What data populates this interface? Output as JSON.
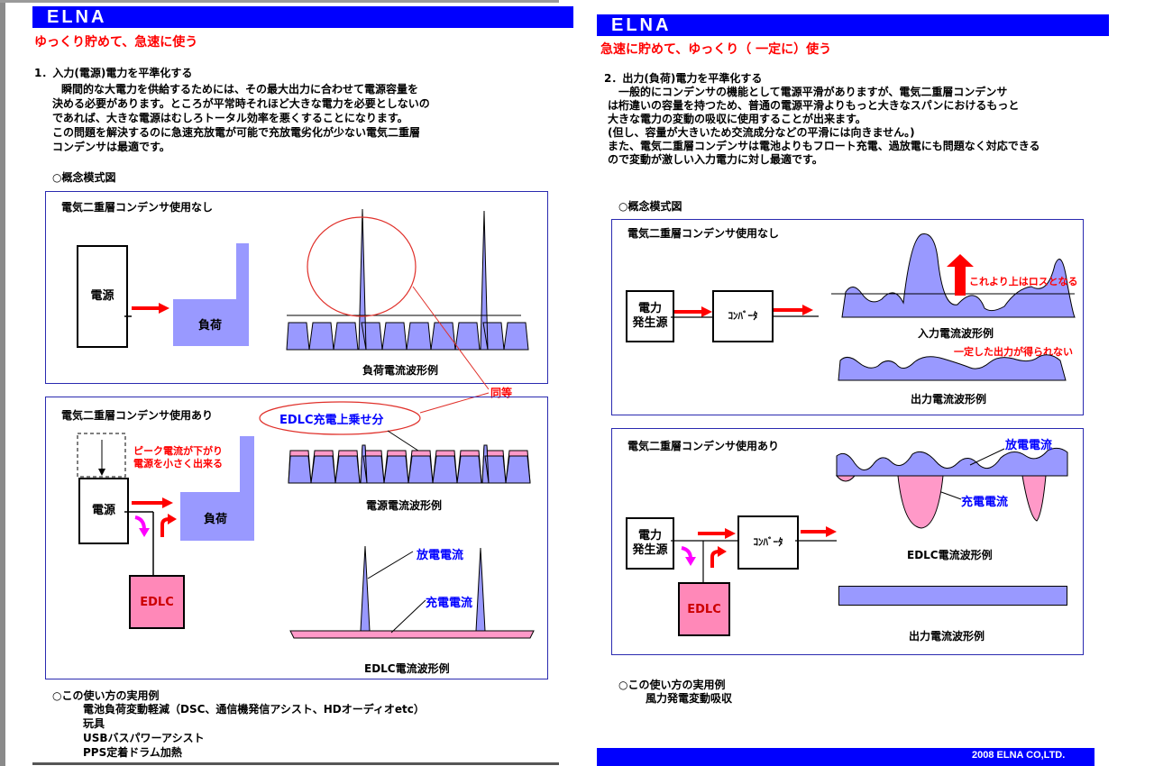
{
  "left": {
    "brand": "ELNA",
    "subtitle": "ゆっくり貯めて、急速に使う",
    "section_title": "1．入力(電源)電力を平準化する",
    "body": [
      "瞬間的な大電力を供給するためには、その最大出力に合わせて電源容量を",
      "決める必要があります。ところが平常時それほど大きな電力を必要としないの",
      "であれば、大きな電源はむしろトータル効率を悪くすることになります。",
      "この問題を解決するのに急速充放電が可能で充放電劣化が少ない電気二重層",
      "コンデンサは最適です。"
    ],
    "concept": "○概念模式図",
    "box1": {
      "title": "電気二重層コンデンサ使用なし",
      "source": "電源",
      "load": "負荷",
      "wave_label": "負荷電流波形例"
    },
    "equal": "同等",
    "box2": {
      "title": "電気二重層コンデンサ使用あり",
      "edlc_charge": "EDLC充電上乗せ分",
      "peak_note_1": "ピーク電流が下がり",
      "peak_note_2": "電源を小さく出来る",
      "source": "電源",
      "load": "負荷",
      "edlc": "EDLC",
      "source_wave_label": "電源電流波形例",
      "discharge": "放電電流",
      "charge": "充電電流",
      "edlc_wave_label": "EDLC電流波形例"
    },
    "examples_title": "○この使い方の実用例",
    "examples": [
      "電池負荷変動軽減（DSC、通信機発信アシスト、HDオーディオetc）",
      "玩具",
      "USBバスパワーアシスト",
      "PPS定着ドラム加熱"
    ]
  },
  "right": {
    "brand": "ELNA",
    "subtitle": "急速に貯めて、ゆっくり（ 一定に）使う",
    "section_title": "2．出力(負荷)電力を平準化する",
    "body": [
      "一般的にコンデンサの機能として電源平滑がありますが、電気二重層コンデンサ",
      "は桁違いの容量を持つため、普通の電源平滑よりもっと大きなスパンにおけるもっと",
      "大きな電力の変動の吸収に使用することが出来ます。",
      "(但し、容量が大きいため交流成分などの平滑には向きません。)",
      "また、電気二重層コンデンサは電池よりもフロート充電、過放電にも問題なく対応できる",
      "ので変動が激しい入力電力に対し最適です。"
    ],
    "concept": "○概念模式図",
    "box1": {
      "title": "電気二重層コンデンサ使用なし",
      "generator_1": "電力",
      "generator_2": "発生源",
      "converter": "ｺﾝﾊﾞｰﾀ",
      "loss_note": "これより上はロスとなる",
      "input_wave_label": "入力電流波形例",
      "no_constant": "一定した出力が得られない",
      "output_wave_label": "出力電流波形例"
    },
    "box2": {
      "title": "電気二重層コンデンサ使用あり",
      "discharge": "放電電流",
      "charge": "充電電流",
      "generator_1": "電力",
      "generator_2": "発生源",
      "converter": "ｺﾝﾊﾞｰﾀ",
      "edlc_wave_label": "EDLC電流波形例",
      "edlc": "EDLC",
      "output_wave_label": "出力電流波形例"
    },
    "examples_title": "○この使い方の実用例",
    "examples": [
      "風力発電変動吸収"
    ],
    "footer": "2008 ELNA CO,LTD."
  },
  "colors": {
    "band": "#0000ff",
    "accent_red": "#ff0000",
    "wave_fill": "#9999ff",
    "edlc_pink": "#ff88b8"
  }
}
